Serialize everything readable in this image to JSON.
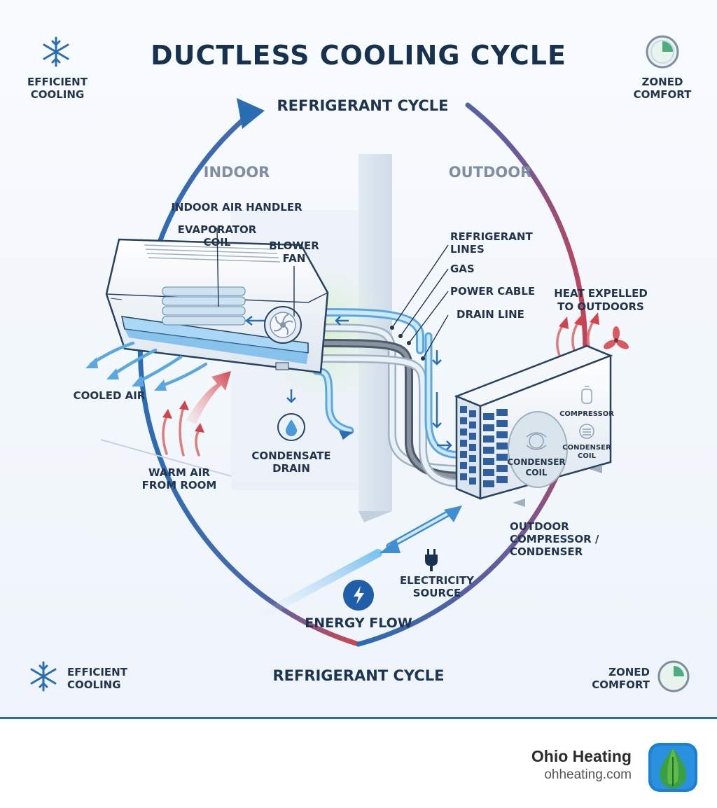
{
  "title": "DUCTLESS COOLING CYCLE",
  "cycle_label_top": "REFRIGERANT CYCLE",
  "cycle_label_bottom": "REFRIGERANT CYCLE",
  "zones": {
    "indoor": "INDOOR",
    "outdoor": "OUTDOOR"
  },
  "corners": {
    "top_left": {
      "line1": "EFFICIENT",
      "line2": "COOLING",
      "icon": "snowflake-icon"
    },
    "top_right": {
      "line1": "ZONED",
      "line2": "COMFORT",
      "icon": "zone-gauge-icon"
    },
    "bottom_left": {
      "line1": "EFFICIENT",
      "line2": "COOLING",
      "icon": "snowflake-icon"
    },
    "bottom_right": {
      "line1": "ZONED",
      "line2": "COMFORT",
      "icon": "zone-gauge-icon"
    }
  },
  "labels": {
    "indoor_air_handler": "INDOOR AIR HANDLER",
    "evaporator_coil": [
      "EVAPORATOR",
      "COIL"
    ],
    "blower_fan": [
      "BLOWER",
      "FAN"
    ],
    "refrigerant_lines": [
      "REFRIGERANT",
      "LINES"
    ],
    "gas": "GAS",
    "power_cable": "POWER CABLE",
    "drain_line": "DRAIN LINE",
    "heat_expelled": [
      "HEAT EXPELLED",
      "TO OUTDOORS"
    ],
    "cooled_air": "COOLED AIR",
    "warm_air": [
      "WARM AIR",
      "FROM ROOM"
    ],
    "condensate_drain": [
      "CONDENSATE",
      "DRAIN"
    ],
    "compressor": "COMPRESSOR",
    "condenser_coil_small": [
      "CONDENSER",
      "COIL"
    ],
    "condenser_coil_main": [
      "CONDENSER",
      "COIL"
    ],
    "outdoor_unit": [
      "OUTDOOR",
      "COMPRESSOR /",
      "CONDENSER"
    ],
    "electricity_source": [
      "ELECTRICITY",
      "SOURCE"
    ],
    "energy_flow": "ENERGY FLOW"
  },
  "colors": {
    "cool": "#2a6db3",
    "warm": "#d2444c",
    "air": "#5aa8e0",
    "navy": "#17324f"
  },
  "footer": {
    "brand": "Ohio Heating",
    "url": "ohheating.com",
    "logo_icon": "leaf-drop-icon"
  }
}
